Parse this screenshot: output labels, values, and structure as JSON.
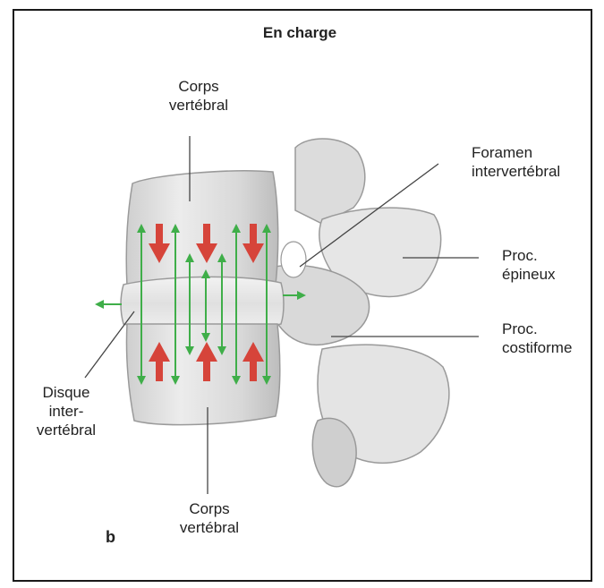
{
  "title": "En charge",
  "panel_letter": "b",
  "labels": {
    "corps_top": [
      "Corps",
      "vertébral"
    ],
    "corps_bottom": [
      "Corps",
      "vertébral"
    ],
    "foramen": [
      "Foramen",
      "intervertébral"
    ],
    "proc_epineux": [
      "Proc.",
      "épineux"
    ],
    "proc_costiforme": [
      "Proc.",
      "costiforme"
    ],
    "disque": [
      "Disque",
      "inter-",
      "vertébral"
    ]
  },
  "colors": {
    "compression_arrow": "#d6443a",
    "tension_arrow": "#3fae49",
    "bone": "#e3e3e3",
    "bone_shadow": "#a9a9a9",
    "leader_line": "#444444",
    "frame": "#1a1a1a"
  }
}
